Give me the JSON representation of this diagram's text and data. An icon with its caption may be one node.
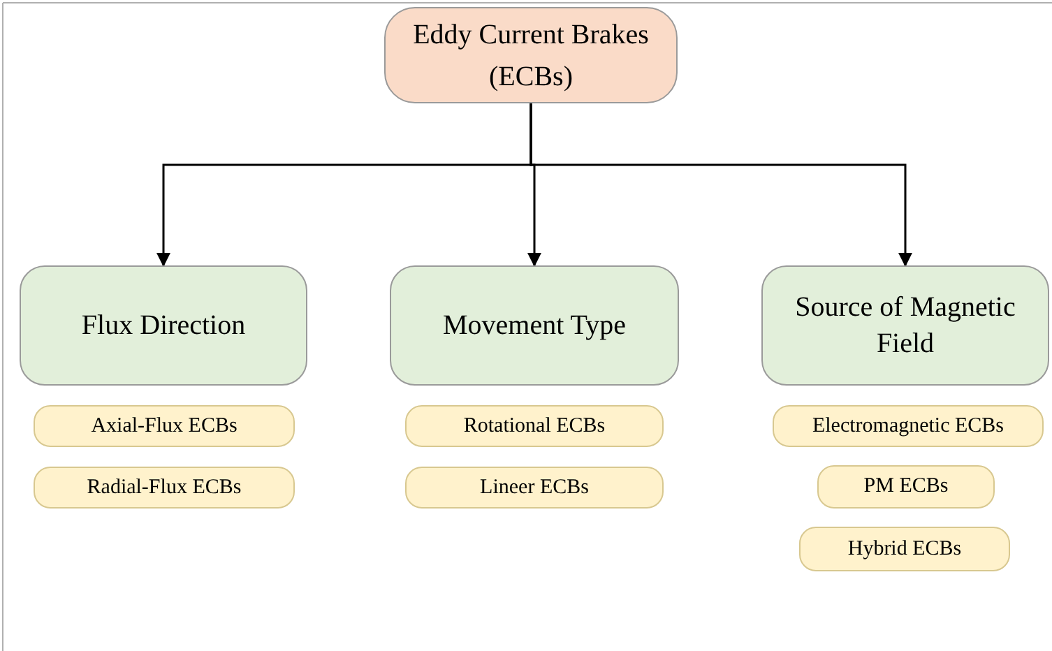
{
  "diagram": {
    "nodes": [
      {
        "text": [
          "Eddy Current Brakes (ECBs)"
        ]
      },
      {
        "text": [
          "Flux Direction"
        ]
      },
      {
        "text": [
          "Movement Type"
        ]
      },
      {
        "text": [
          "Source of Magnetic Field"
        ]
      },
      {
        "text": [
          "Axial-Flux ECBs"
        ]
      },
      {
        "text": [
          "Rotational ECBs"
        ]
      },
      {
        "text": [
          "Electromagnetic ECBs"
        ]
      },
      {
        "text": [
          "Radial-Flux ECBs"
        ]
      },
      {
        "text": [
          "Lineer ECBs"
        ]
      },
      {
        "text": [
          "PM ECBs"
        ]
      },
      {
        "text": [
          "Hybrid ECBs"
        ]
      }
    ],
    "edges": [
      {
        "from": 0,
        "to": 1,
        "arrow": "to"
      },
      {
        "from": 0,
        "to": 2,
        "arrow": "to"
      },
      {
        "from": 0,
        "to": 3,
        "arrow": "to"
      }
    ]
  }
}
